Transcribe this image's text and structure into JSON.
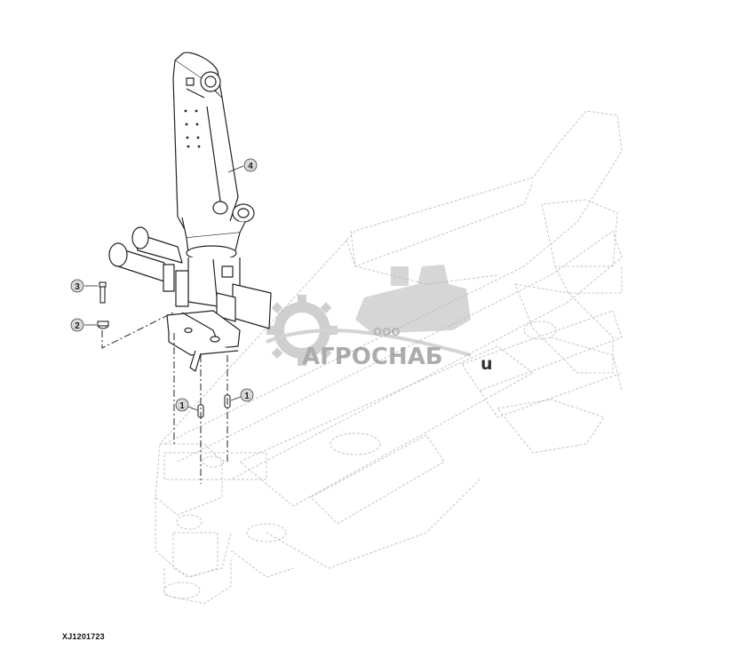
{
  "drawing_id": "XJ1201723",
  "callouts": {
    "c1a": "1",
    "c1b": "1",
    "c2": "2",
    "c3": "3",
    "c4": "4"
  },
  "watermark": {
    "small": "ООО",
    "brand": "АГРОСНАБ",
    "suffix": "u"
  }
}
